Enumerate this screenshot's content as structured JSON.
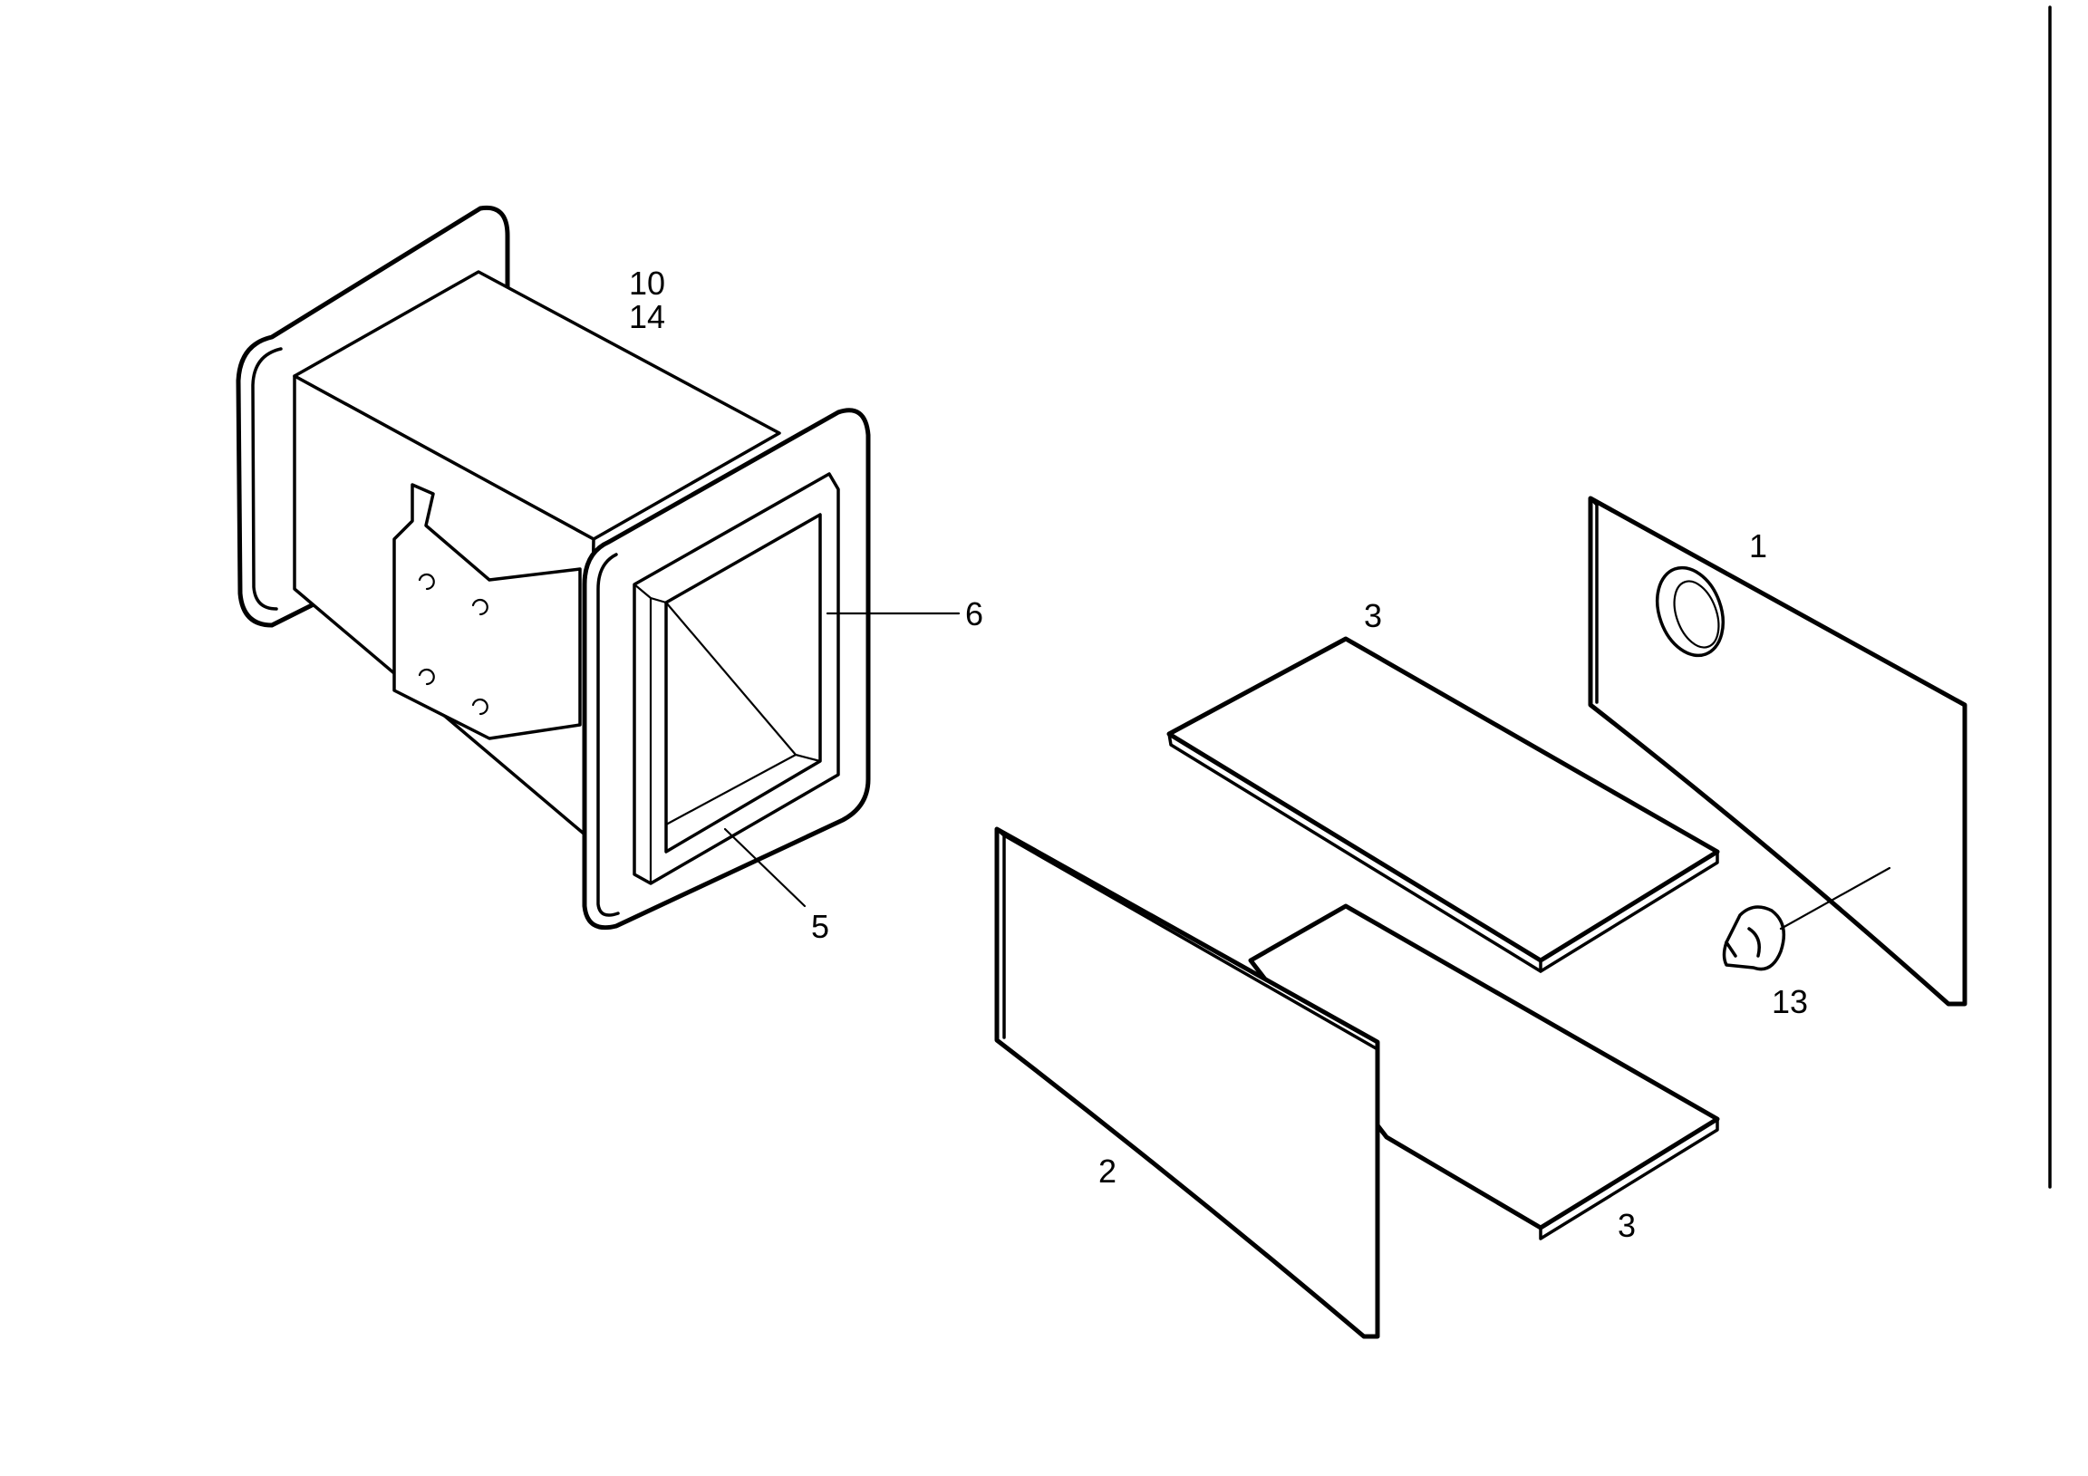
{
  "callouts": {
    "c1": "1",
    "c2": "2",
    "c3_top": "3",
    "c3_bottom": "3",
    "c5": "5",
    "c6": "6",
    "c10": "10",
    "c13": "13",
    "c14": "14"
  }
}
